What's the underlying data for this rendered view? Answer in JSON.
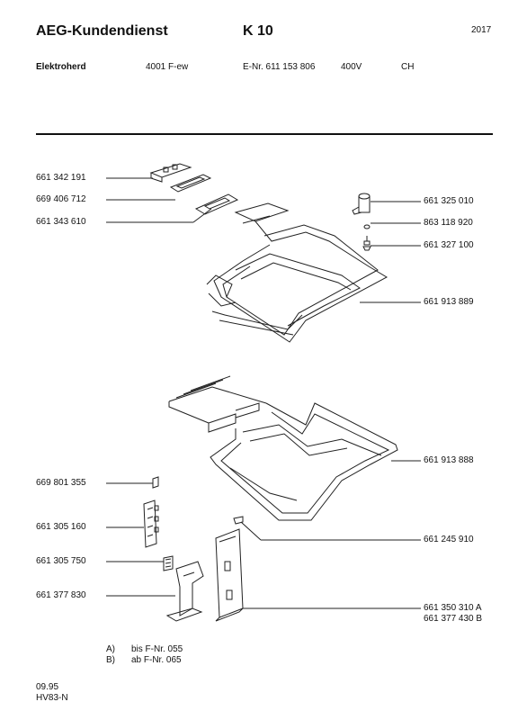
{
  "header": {
    "brand": "AEG-Kundendienst",
    "code": "K 10",
    "year": "2017"
  },
  "meta": {
    "product": "Elektroherd",
    "model": "4001 F-ew",
    "enr": "E-Nr. 611 153 806",
    "voltage": "400V",
    "country": "CH"
  },
  "parts_left": [
    "661 342 191",
    "669 406 712",
    "661 343 610",
    "669 801 355",
    "661 305 160",
    "661 305 750",
    "661 377 830"
  ],
  "parts_right": [
    "661 325 010",
    "863 118 920",
    "661 327 100",
    "661 913 889",
    "661 913 888",
    "661 245 910",
    "661 350 310 A",
    "661 377 430 B"
  ],
  "notes": [
    {
      "key": "A)",
      "text": "bis F-Nr. 055"
    },
    {
      "key": "B)",
      "text": "ab F-Nr. 065"
    }
  ],
  "footer": {
    "date": "09.95",
    "doc": "HV83-N"
  }
}
